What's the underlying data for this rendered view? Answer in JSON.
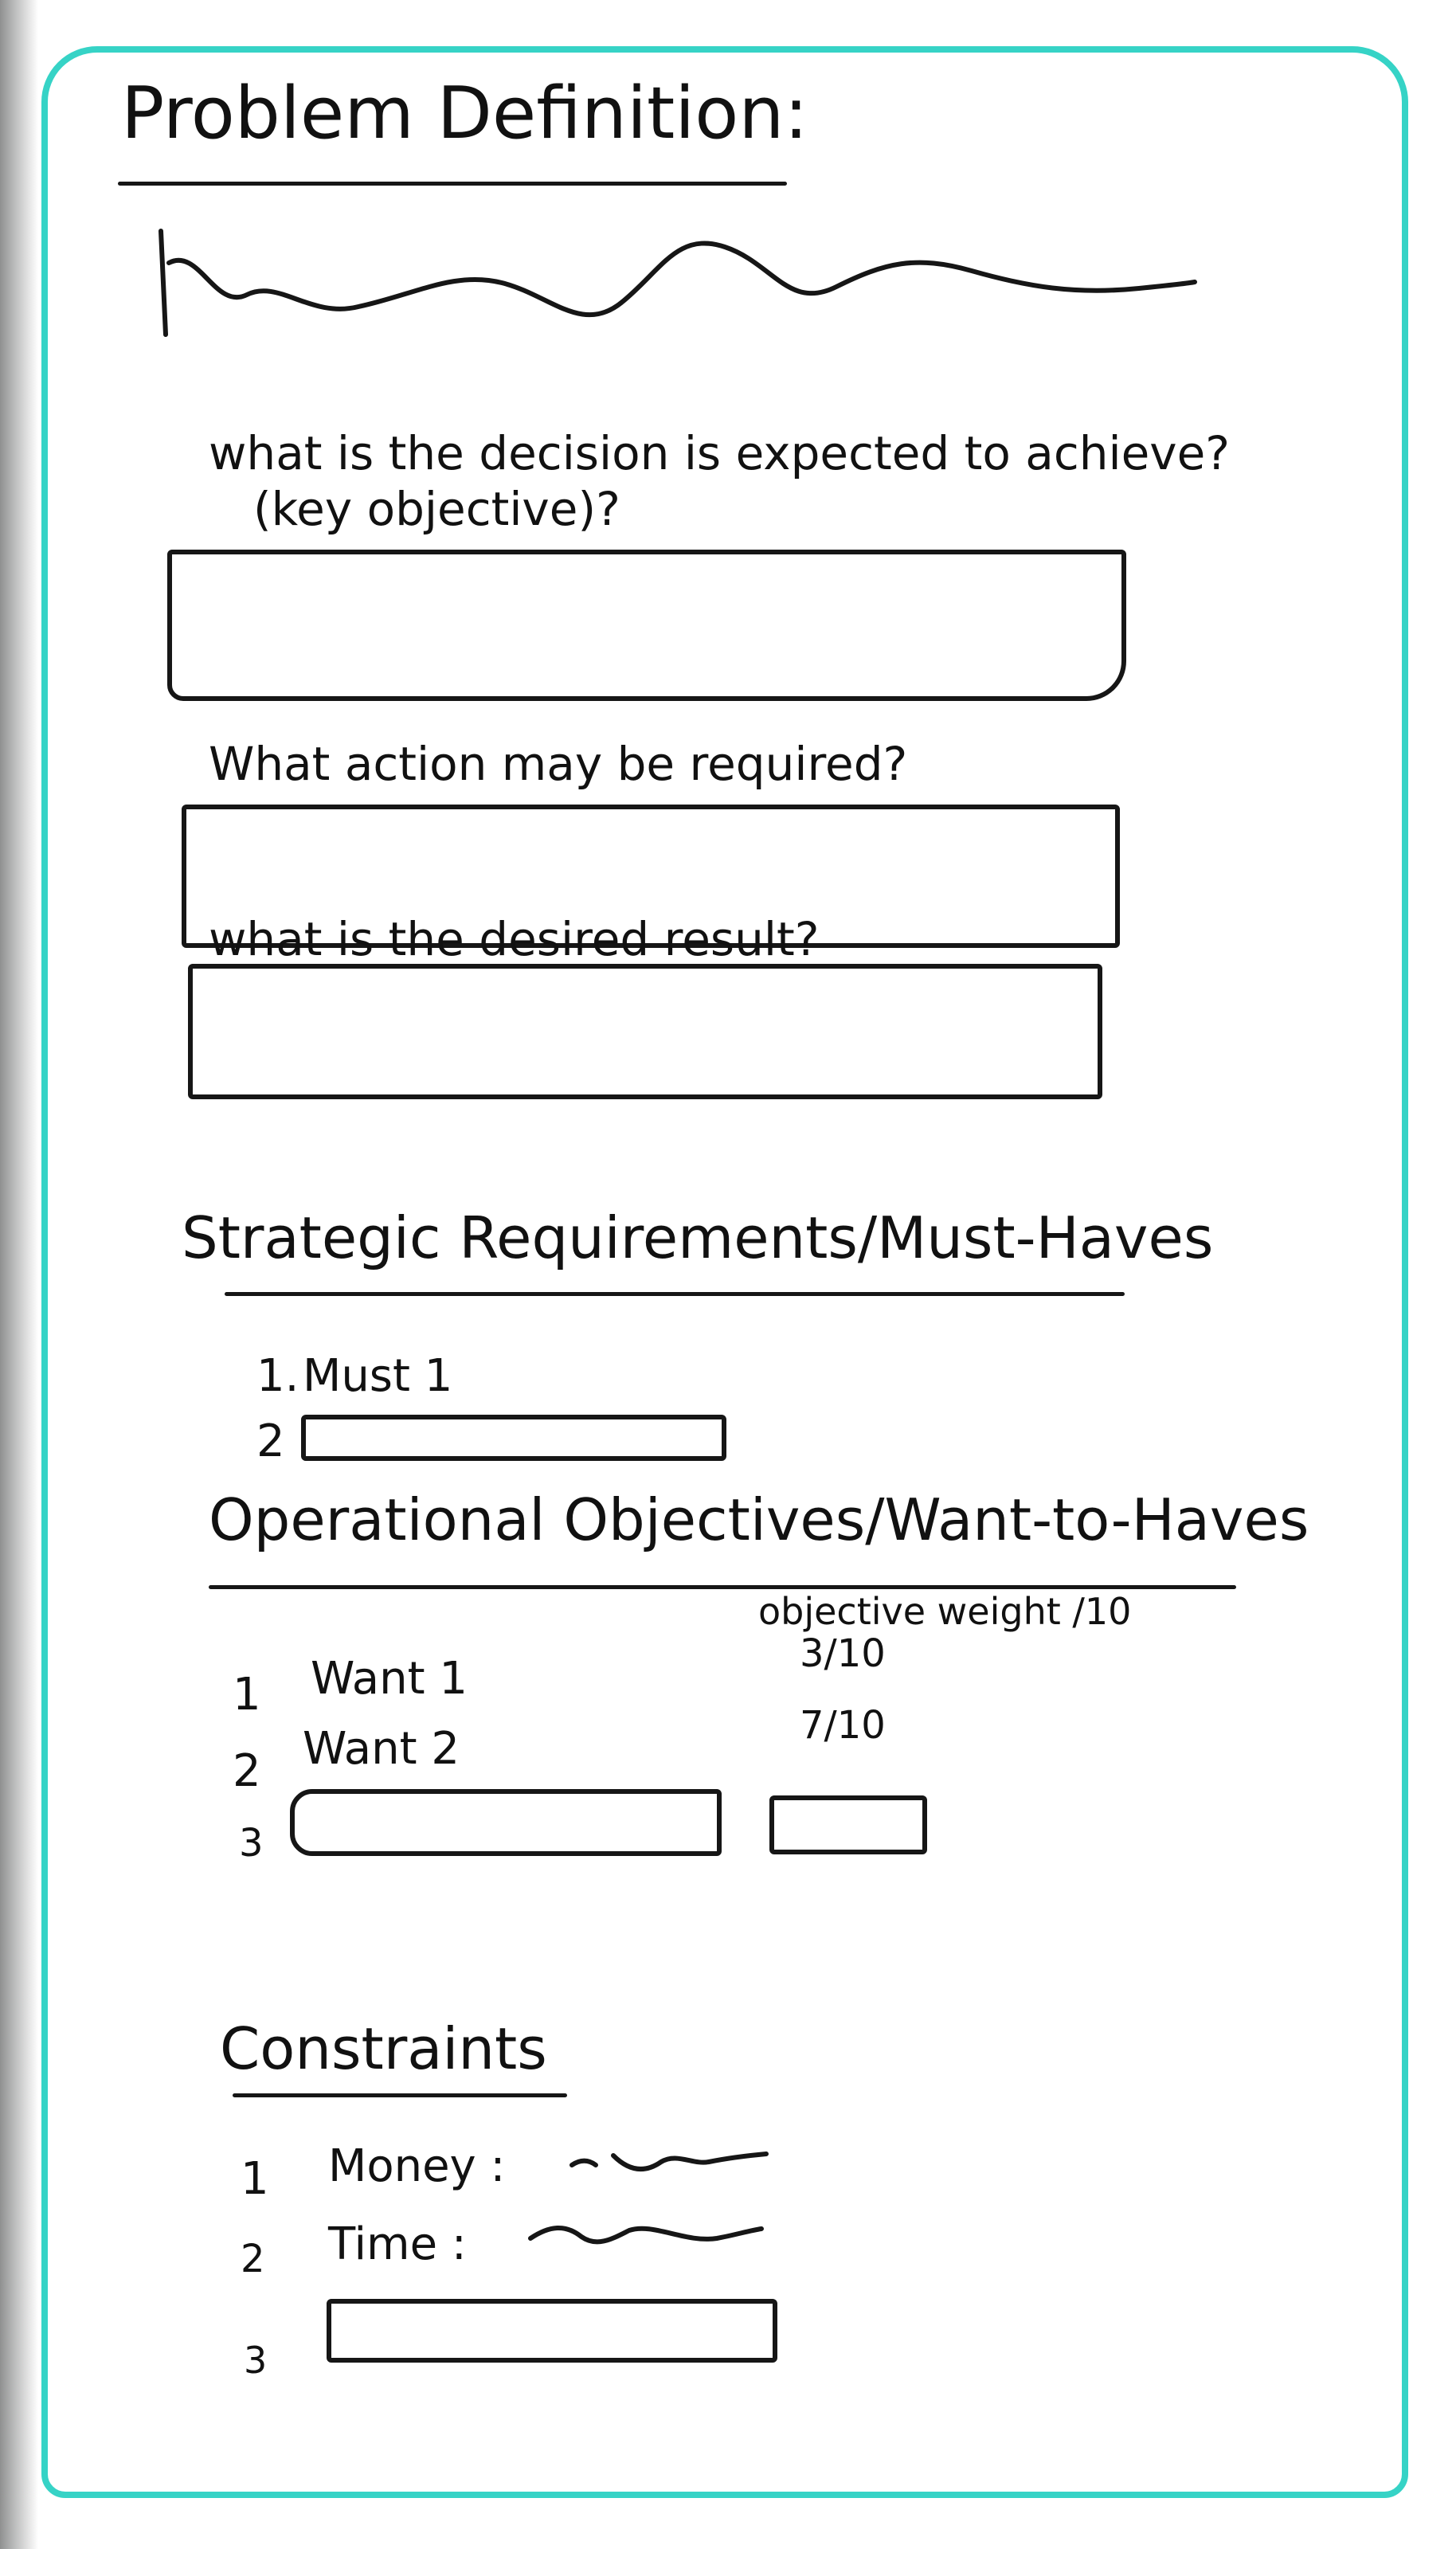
{
  "problem_definition": {
    "title": "Problem Definition:",
    "q1_line1": "what is the decision is expected to achieve?",
    "q1_line2": "(key objective)?",
    "q2": "What action may be required?",
    "q3": "what is the desired result?"
  },
  "strategic": {
    "title": "Strategic Requirements/Must-Haves",
    "items": [
      {
        "num": "1.",
        "label": "Must 1"
      },
      {
        "num": "2",
        "label": ""
      }
    ]
  },
  "operational": {
    "title": "Operational Objectives/Want-to-Haves",
    "weight_header": "objective weight /10",
    "items": [
      {
        "num": "1",
        "label": "Want 1",
        "weight": "3/10"
      },
      {
        "num": "2",
        "label": "Want 2",
        "weight": "7/10"
      },
      {
        "num": "3",
        "label": "",
        "weight": ""
      }
    ]
  },
  "constraints": {
    "title": "Constraints",
    "items": [
      {
        "num": "1",
        "label": "Money :"
      },
      {
        "num": "2",
        "label": "Time :"
      },
      {
        "num": "3",
        "label": ""
      }
    ]
  },
  "colors": {
    "frame": "#36d3c6",
    "ink": "#161616"
  }
}
